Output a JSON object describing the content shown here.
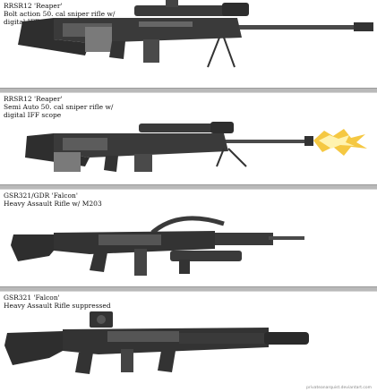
{
  "panels": [
    {
      "title": "RRSR12 'Reaper'",
      "line2": "Bolt action 50. cal sniper rifle w/",
      "line3": "digital IFF scope"
    },
    {
      "title": "RRSR12 'Reaper'",
      "line2": "Semi Auto 50. cal sniper rifle w/",
      "line3": "digital IFF scope"
    },
    {
      "title": "GSR321/GDR 'Falcon'",
      "line2": "Heavy Assault Rifle w/ M203",
      "line3": ""
    },
    {
      "title": "GSR321 'Falcon'",
      "line2": "Heavy Assault Rifle suppressed",
      "line3": ""
    }
  ],
  "credit": "privateanarquist.deviantart.com",
  "colors": {
    "gun_dark": "#2e2e2e",
    "gun_mid": "#4a4a4a",
    "gun_light": "#6a6a6a",
    "divider": "#b9b9b9",
    "flash": "#f5c842"
  }
}
